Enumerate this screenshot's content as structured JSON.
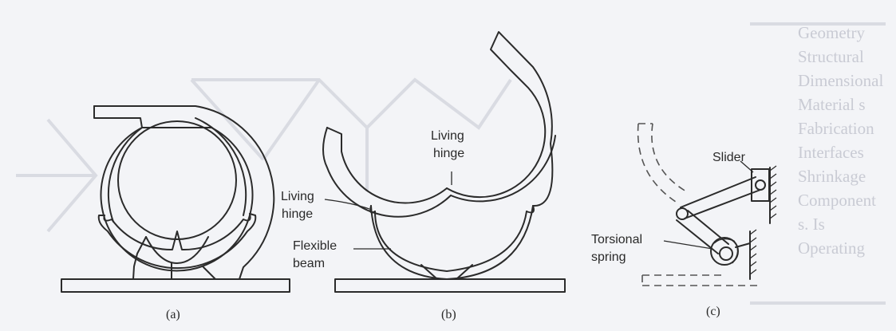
{
  "panels": {
    "a": {
      "caption": "(a)"
    },
    "b": {
      "caption": "(b)",
      "living_hinge_top": [
        "Living",
        "hinge"
      ],
      "living_hinge_left": [
        "Living",
        "hinge"
      ],
      "flexible_beam": [
        "Flexible",
        "beam"
      ]
    },
    "c": {
      "caption": "(c)",
      "slider": "Slider",
      "torsional_spring": [
        "Torsional",
        "spring"
      ]
    }
  },
  "colors": {
    "ink": "#2b2b2b",
    "background": "#f3f4f7",
    "ghost": "#d9dbe2"
  }
}
